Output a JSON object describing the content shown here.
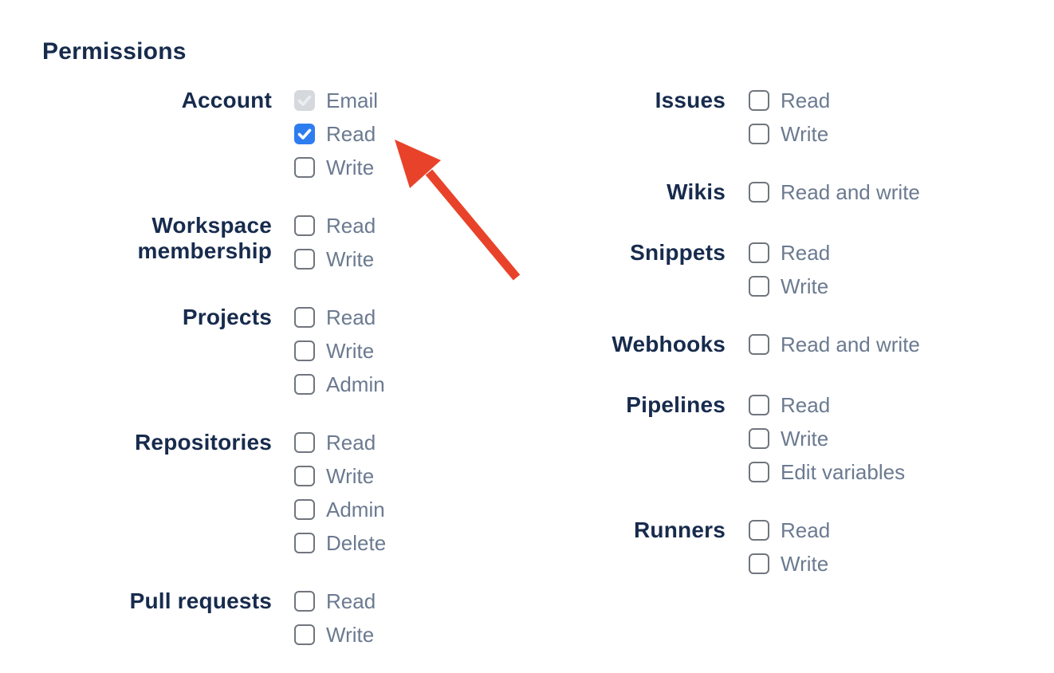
{
  "heading": "Permissions",
  "colors": {
    "heading_text": "#172B4D",
    "group_label_text": "#172B4D",
    "option_label_text": "#6B7A90",
    "checkbox_border": "#70757D",
    "checkbox_checked_bg": "#2E7DF0",
    "checkbox_checked_check": "#FFFFFF",
    "checkbox_disabled_bg": "#D5D8DC",
    "checkbox_disabled_check": "#ECEFF2",
    "arrow": "#E8432A"
  },
  "annotation": {
    "type": "arrow",
    "color": "#E8432A",
    "points_to": "account-read-checkbox"
  },
  "columns": [
    {
      "groups": [
        {
          "label": "Account",
          "options": [
            {
              "label": "Email",
              "checked": true,
              "disabled": true
            },
            {
              "label": "Read",
              "checked": true,
              "disabled": false
            },
            {
              "label": "Write",
              "checked": false,
              "disabled": false
            }
          ]
        },
        {
          "label": "Workspace membership",
          "options": [
            {
              "label": "Read",
              "checked": false,
              "disabled": false
            },
            {
              "label": "Write",
              "checked": false,
              "disabled": false
            }
          ]
        },
        {
          "label": "Projects",
          "options": [
            {
              "label": "Read",
              "checked": false,
              "disabled": false
            },
            {
              "label": "Write",
              "checked": false,
              "disabled": false
            },
            {
              "label": "Admin",
              "checked": false,
              "disabled": false
            }
          ]
        },
        {
          "label": "Repositories",
          "options": [
            {
              "label": "Read",
              "checked": false,
              "disabled": false
            },
            {
              "label": "Write",
              "checked": false,
              "disabled": false
            },
            {
              "label": "Admin",
              "checked": false,
              "disabled": false
            },
            {
              "label": "Delete",
              "checked": false,
              "disabled": false
            }
          ]
        },
        {
          "label": "Pull requests",
          "options": [
            {
              "label": "Read",
              "checked": false,
              "disabled": false
            },
            {
              "label": "Write",
              "checked": false,
              "disabled": false
            }
          ]
        }
      ]
    },
    {
      "groups": [
        {
          "label": "Issues",
          "options": [
            {
              "label": "Read",
              "checked": false,
              "disabled": false
            },
            {
              "label": "Write",
              "checked": false,
              "disabled": false
            }
          ]
        },
        {
          "label": "Wikis",
          "options": [
            {
              "label": "Read and write",
              "checked": false,
              "disabled": false
            }
          ]
        },
        {
          "label": "Snippets",
          "options": [
            {
              "label": "Read",
              "checked": false,
              "disabled": false
            },
            {
              "label": "Write",
              "checked": false,
              "disabled": false
            }
          ]
        },
        {
          "label": "Webhooks",
          "options": [
            {
              "label": "Read and write",
              "checked": false,
              "disabled": false
            }
          ]
        },
        {
          "label": "Pipelines",
          "options": [
            {
              "label": "Read",
              "checked": false,
              "disabled": false
            },
            {
              "label": "Write",
              "checked": false,
              "disabled": false
            },
            {
              "label": "Edit variables",
              "checked": false,
              "disabled": false
            }
          ]
        },
        {
          "label": "Runners",
          "options": [
            {
              "label": "Read",
              "checked": false,
              "disabled": false
            },
            {
              "label": "Write",
              "checked": false,
              "disabled": false
            }
          ]
        }
      ]
    }
  ]
}
